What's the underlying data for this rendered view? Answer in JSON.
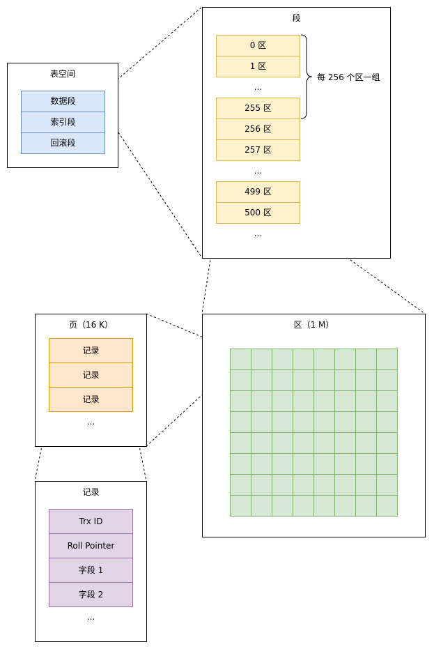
{
  "tablespace": {
    "title": "表空间",
    "segments": [
      "数据段",
      "索引段",
      "回滚段"
    ]
  },
  "segment": {
    "title": "段",
    "extents_top": [
      "0 区",
      "1 区"
    ],
    "ellipsis1": "...",
    "extents_mid": [
      "255 区",
      "256 区",
      "257 区"
    ],
    "ellipsis2": "...",
    "extents_bottom": [
      "499 区",
      "500 区"
    ],
    "ellipsis3": "...",
    "brace_label": "每 256 个区一组"
  },
  "page": {
    "title": "页（16 K）",
    "records": [
      "记录",
      "记录",
      "记录"
    ],
    "ellipsis": "..."
  },
  "extent": {
    "title": "区（1 M）",
    "grid_rows": 8,
    "grid_cols": 8
  },
  "record": {
    "title": "记录",
    "fields": [
      "Trx ID",
      "Roll Pointer",
      "字段 1",
      "字段 2"
    ],
    "ellipsis": "..."
  },
  "colors": {
    "blue_fill": "#dae8fc",
    "blue_stroke": "#6c8ebf",
    "yellow_fill": "#fff2cc",
    "yellow_stroke": "#d6b656",
    "orange_fill": "#ffe6cc",
    "orange_stroke": "#d79b00",
    "green_fill": "#d5e8d4",
    "green_stroke": "#82b366",
    "purple_fill": "#e1d5e7",
    "purple_stroke": "#9673a6"
  }
}
